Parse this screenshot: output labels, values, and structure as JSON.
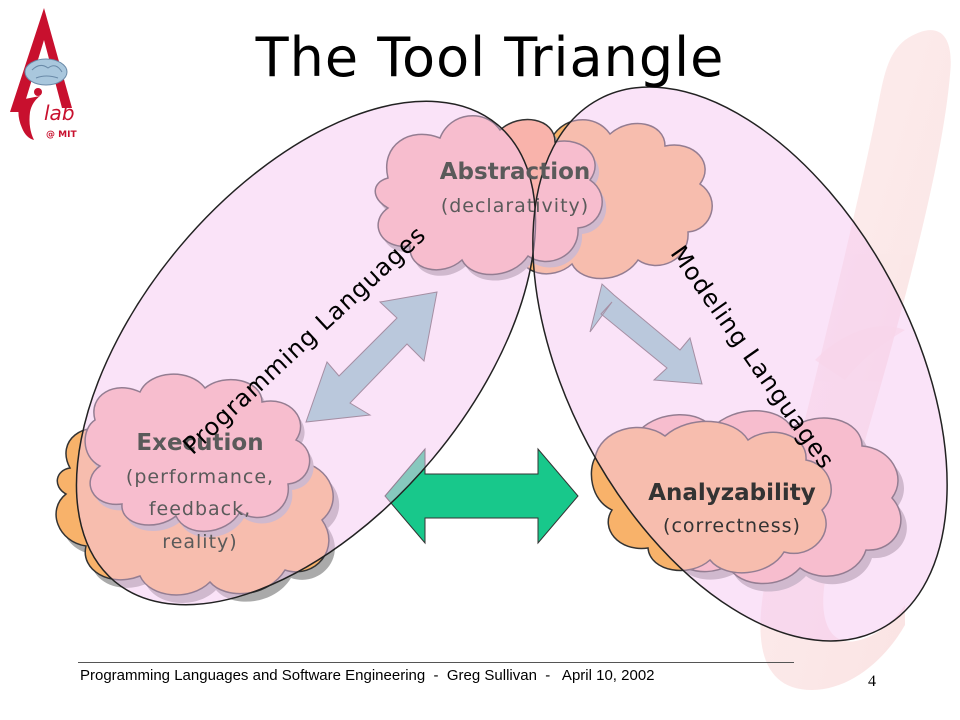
{
  "slide": {
    "title": "The Tool Triangle",
    "logo_text": "lab",
    "logo_subtext": "@ MIT",
    "footer": "Programming Languages and Software Engineering  -  Greg Sullivan  -   April 10, 2002",
    "page_number": "4"
  },
  "diagram": {
    "nodes": [
      {
        "id": "abstraction",
        "label": "Abstraction",
        "sublabel": "(declarativity)"
      },
      {
        "id": "execution",
        "label": "Execution",
        "sublabel_lines": [
          "(performance,",
          "feedback,",
          "reality)"
        ]
      },
      {
        "id": "analyzability",
        "label": "Analyzability",
        "sublabel": "(correctness)"
      }
    ],
    "groups": [
      {
        "id": "programming",
        "label": "Programming Languages"
      },
      {
        "id": "modeling",
        "label": "Modeling Languages"
      }
    ],
    "colors": {
      "cloud_orange": "#f8b26a",
      "cloud_pink": "#f9b3ab",
      "ellipse_fill": "#f6c8f2",
      "arrow_teal": "#7ec8c6",
      "arrow_green": "#18c88b",
      "label_dark": "#5a5a5a",
      "logo_red": "#c8102e"
    }
  }
}
